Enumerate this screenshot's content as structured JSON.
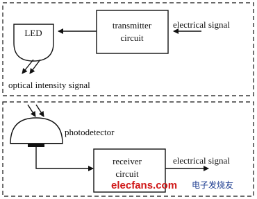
{
  "transmitter": {
    "led_label": "LED",
    "circuit_label_line1": "transmitter",
    "circuit_label_line2": "circuit",
    "input_label": "electrical signal",
    "output_label": "optical intensity signal"
  },
  "receiver": {
    "detector_label": "photodetector",
    "circuit_label_line1": "receiver",
    "circuit_label_line2": "circuit",
    "output_label": "electrical signal"
  },
  "watermark": {
    "site": "elecfans.com",
    "cn": "电子发烧友"
  },
  "colors": {
    "line": "#111111",
    "watermark_red": "#d01818",
    "watermark_blue": "#1a3a8f"
  }
}
